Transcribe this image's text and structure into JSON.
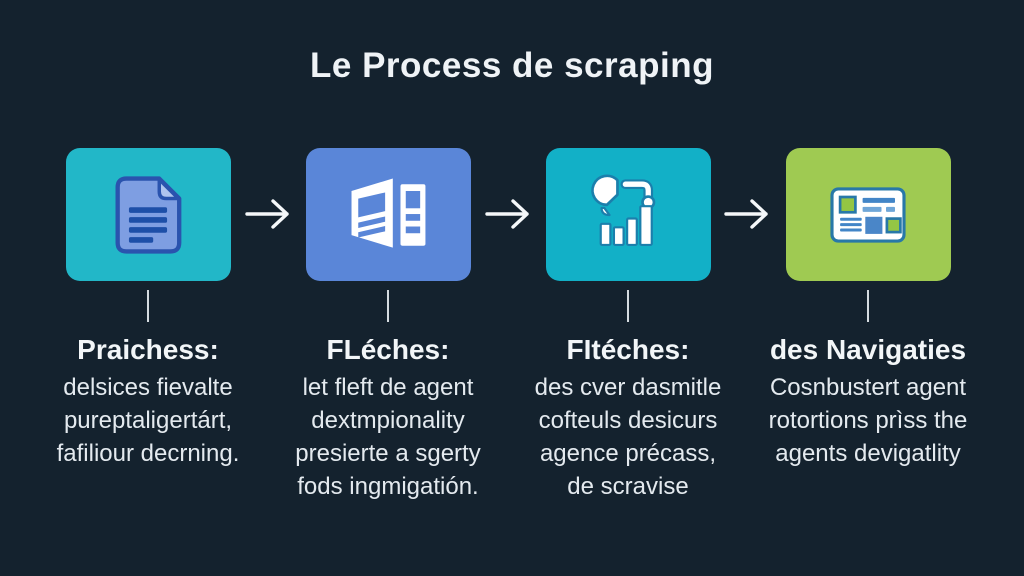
{
  "title": "Le Process de scraping",
  "palette": {
    "background": "#14222E",
    "title_text": "#EFF3F6",
    "heading_text": "#F2F6F8",
    "body_text": "#E4EAEF",
    "connector_line": "#D5DCE1",
    "arrow": "#F5F8FA",
    "document_fill": "#7E9EE2",
    "document_stroke": "#2A53AE",
    "icon_outline_teal": "#1B7FAC",
    "card_border": "#2878A8",
    "icon_blue": "#4285C7",
    "icon_green": "#94C644"
  },
  "steps": [
    {
      "name": "source-documents",
      "icon": "document-icon",
      "box_color": "#22B7C8",
      "heading": "Praichess:",
      "lines": [
        "delsices fievalte",
        "pureptaligertárt,",
        "fafiliour decrning."
      ]
    },
    {
      "name": "page-layout",
      "icon": "brochure-icon",
      "box_color": "#5A86D8",
      "heading": "FLéches:",
      "lines": [
        "let fleft de agent",
        "dextmpionality",
        "presierte a sgerty",
        "fods ingmigatión."
      ]
    },
    {
      "name": "analytics",
      "icon": "pie-bar-chart-icon",
      "box_color": "#12B0C7",
      "heading": "FItéches:",
      "lines": [
        "des cver dasmitle",
        "cofteuls desicurs",
        "agence précass,",
        "de scravise"
      ]
    },
    {
      "name": "dashboard",
      "icon": "dashboard-card-icon",
      "box_color": "#9FCA52",
      "heading": "des Navigaties",
      "lines": [
        "Cosnbustert agent",
        "rotortions prìss the",
        "agents devigatlity"
      ]
    }
  ],
  "arrow_glyph": "→"
}
